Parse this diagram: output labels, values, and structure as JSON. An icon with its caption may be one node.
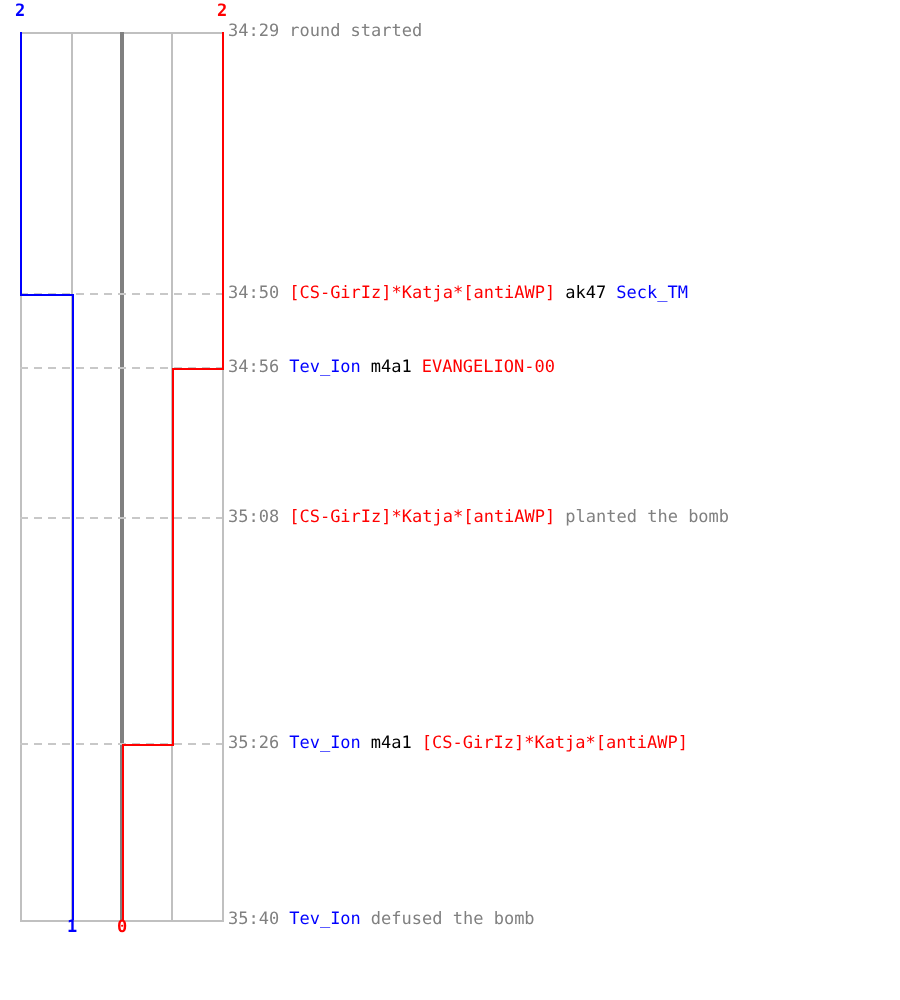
{
  "diagram": {
    "labels": [
      "2",
      "2",
      "34:29",
      "round started",
      "34:50",
      "[CS-GirIz]*Katja*[antiAWP]",
      "ak47",
      "Seck_TM",
      "34:56",
      "Tev_Ion",
      "m4a1",
      "EVANGELION-00",
      "35:08",
      "[CS-GirIz]*Katja*[antiAWP]",
      "planted the bomb",
      "35:26",
      "Tev_Ion",
      "m4a1",
      "[CS-GirIz]*Katja*[antiAWP]",
      "35:40",
      "Tev_Ion",
      "defused the bomb",
      "1",
      "0"
    ]
  }
}
